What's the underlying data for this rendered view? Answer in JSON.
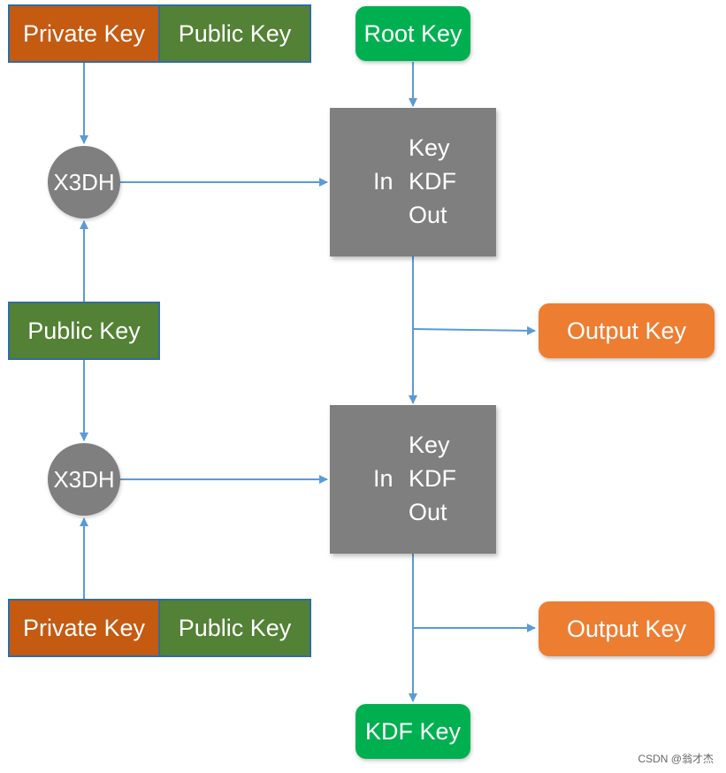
{
  "nodes": {
    "top_private_key": "Private Key",
    "top_public_key": "Public Key",
    "root_key": "Root Key",
    "x3dh_top": "X3DH",
    "kdf_top": {
      "key": "Key",
      "in": "In",
      "kdf": "KDF",
      "out": "Out"
    },
    "middle_public_key": "Public Key",
    "output_key_1": "Output Key",
    "x3dh_bottom": "X3DH",
    "kdf_bottom": {
      "key": "Key",
      "in": "In",
      "kdf": "KDF",
      "out": "Out"
    },
    "bottom_private_key": "Private Key",
    "bottom_public_key": "Public Key",
    "output_key_2": "Output Key",
    "kdf_key": "KDF Key"
  },
  "colors": {
    "private_key_fill": "#c55a11",
    "public_key_fill": "#538135",
    "root_and_kdf_key_fill": "#00b050",
    "output_key_fill": "#ed7d31",
    "process_fill": "#7f7f7f",
    "arrow": "#5b9bd5"
  },
  "watermark": "CSDN @翁才杰"
}
